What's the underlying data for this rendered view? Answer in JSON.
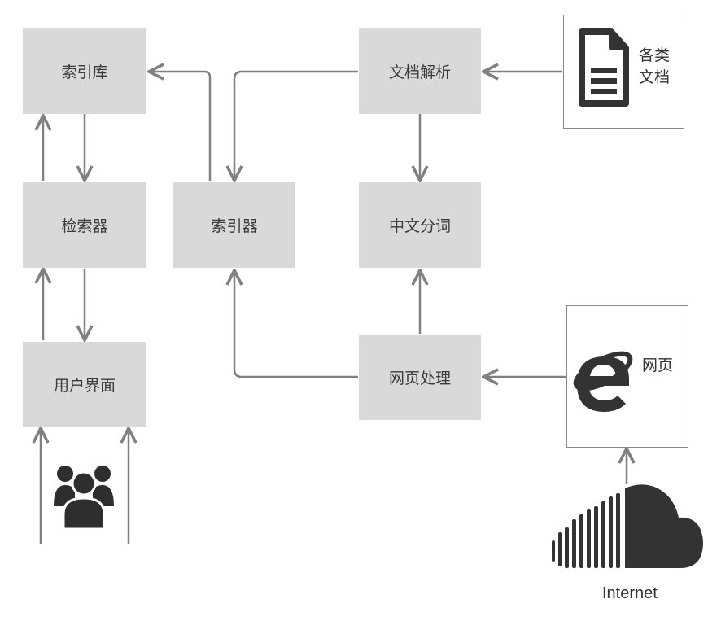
{
  "nodes": {
    "index_db": "索引库",
    "retriever": "检索器",
    "user_ui": "用户界面",
    "indexer": "索引器",
    "doc_parse": "文档解析",
    "cn_seg": "中文分词",
    "web_proc": "网页处理"
  },
  "sources": {
    "docs_line1": "各类",
    "docs_line2": "文档",
    "web": "网页",
    "internet": "Internet"
  },
  "icons": [
    "document-icon",
    "browser-e-icon",
    "users-icon",
    "cloud-icon"
  ],
  "colors": {
    "box": "#d9d9d9",
    "line": "#808080",
    "icon": "#333333"
  }
}
